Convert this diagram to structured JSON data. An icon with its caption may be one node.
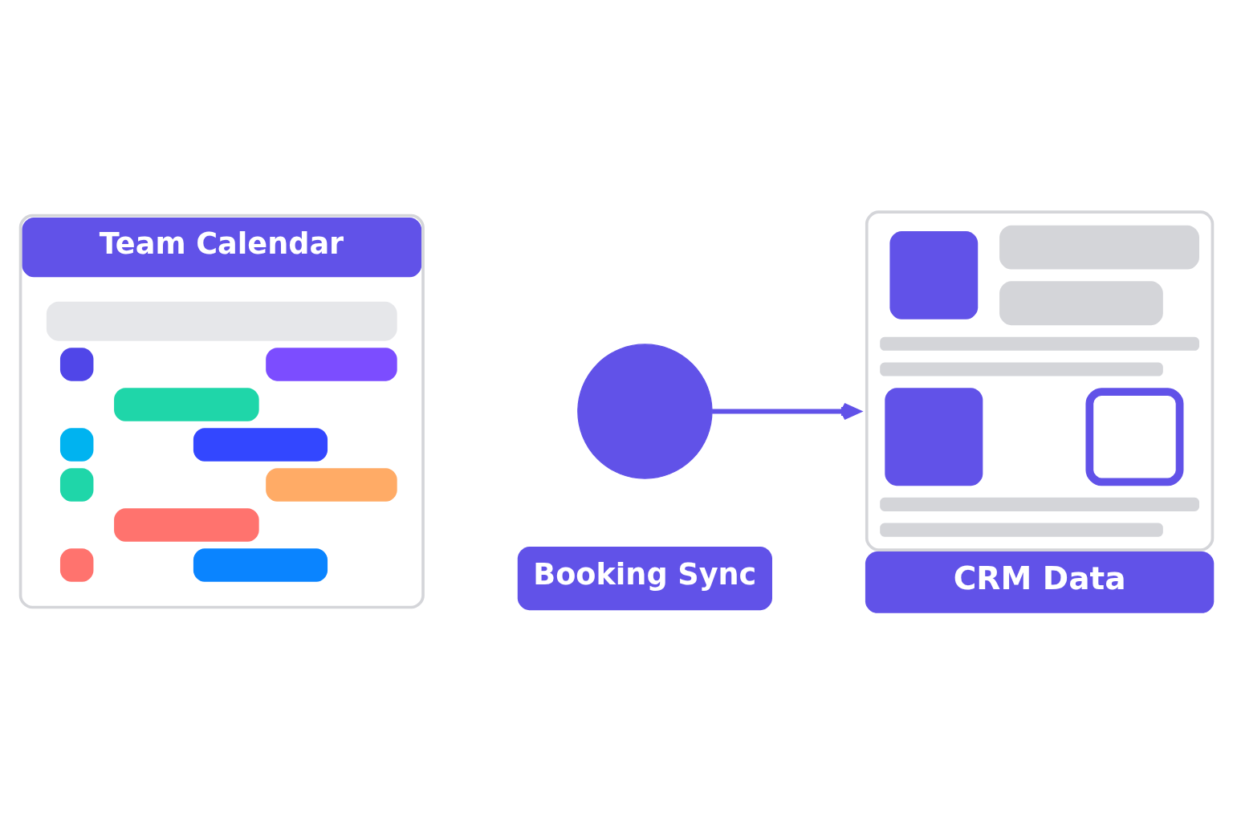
{
  "diagram": {
    "nodes": [
      {
        "text": [
          "Team Calendar"
        ]
      },
      {
        "text": [],
        "shape": "circle"
      },
      {
        "text": [
          "Booking Sync"
        ]
      },
      {
        "text": [
          "CRM Data"
        ]
      }
    ],
    "edges": [
      {
        "from": 1,
        "to": 3,
        "arrow": "to"
      }
    ]
  }
}
